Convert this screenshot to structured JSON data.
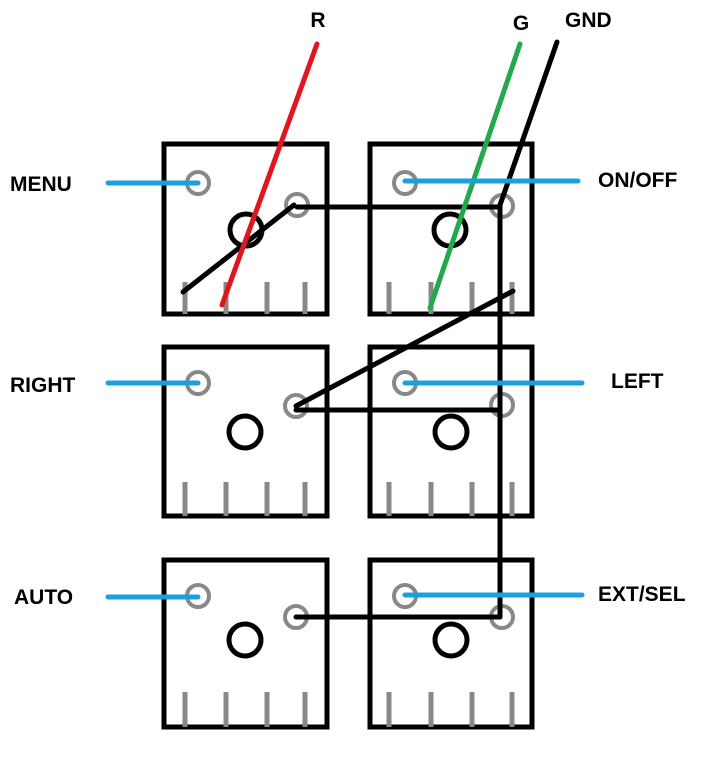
{
  "wire_labels": {
    "r": "R",
    "g": "G",
    "gnd": "GND"
  },
  "buttons": {
    "menu": "MENU",
    "on_off": "ON/OFF",
    "right": "RIGHT",
    "left": "LEFT",
    "auto": "AUTO",
    "ext_sel": "EXT/SEL"
  },
  "colors": {
    "outline": "#000000",
    "pin": "#888888",
    "label_lead": "#1aa0e0",
    "wire_r": "#e0161d",
    "wire_g": "#22a94a",
    "wire_gnd": "#000000"
  }
}
